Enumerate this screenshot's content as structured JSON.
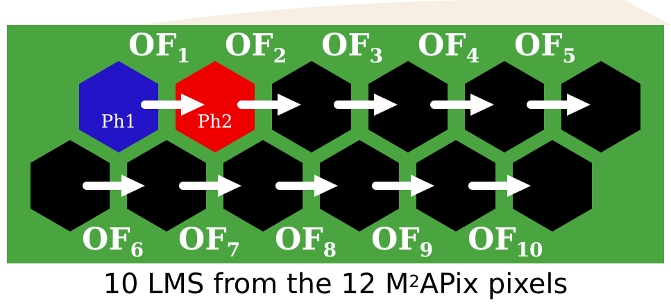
{
  "colors": {
    "background": "#4aa540",
    "pixel_default": "#000000",
    "pixel_ph1": "#2414c8",
    "pixel_ph2": "#ee0000",
    "arrow": "#ffffff",
    "label": "#ffffff",
    "top_band": "#f7efe4"
  },
  "pixels": {
    "top_row": [
      {
        "label": "Ph1",
        "color": "#2414c8"
      },
      {
        "label": "Ph2",
        "color": "#ee0000"
      },
      {
        "label": "",
        "color": "#000000"
      },
      {
        "label": "",
        "color": "#000000"
      },
      {
        "label": "",
        "color": "#000000"
      },
      {
        "label": "",
        "color": "#000000"
      }
    ],
    "bottom_row": [
      {
        "label": "",
        "color": "#000000"
      },
      {
        "label": "",
        "color": "#000000"
      },
      {
        "label": "",
        "color": "#000000"
      },
      {
        "label": "",
        "color": "#000000"
      },
      {
        "label": "",
        "color": "#000000"
      },
      {
        "label": "",
        "color": "#000000"
      }
    ]
  },
  "of_labels_top": [
    {
      "main": "OF",
      "sub": "1"
    },
    {
      "main": "OF",
      "sub": "2"
    },
    {
      "main": "OF",
      "sub": "3"
    },
    {
      "main": "OF",
      "sub": "4"
    },
    {
      "main": "OF",
      "sub": "5"
    }
  ],
  "of_labels_bottom": [
    {
      "main": "OF",
      "sub": "6"
    },
    {
      "main": "OF",
      "sub": "7"
    },
    {
      "main": "OF",
      "sub": "8"
    },
    {
      "main": "OF",
      "sub": "9"
    },
    {
      "main": "OF",
      "sub": "10"
    }
  ],
  "caption": {
    "before": "10 LMS from the 12 M",
    "superscript": "2",
    "after": "APix pixels"
  }
}
